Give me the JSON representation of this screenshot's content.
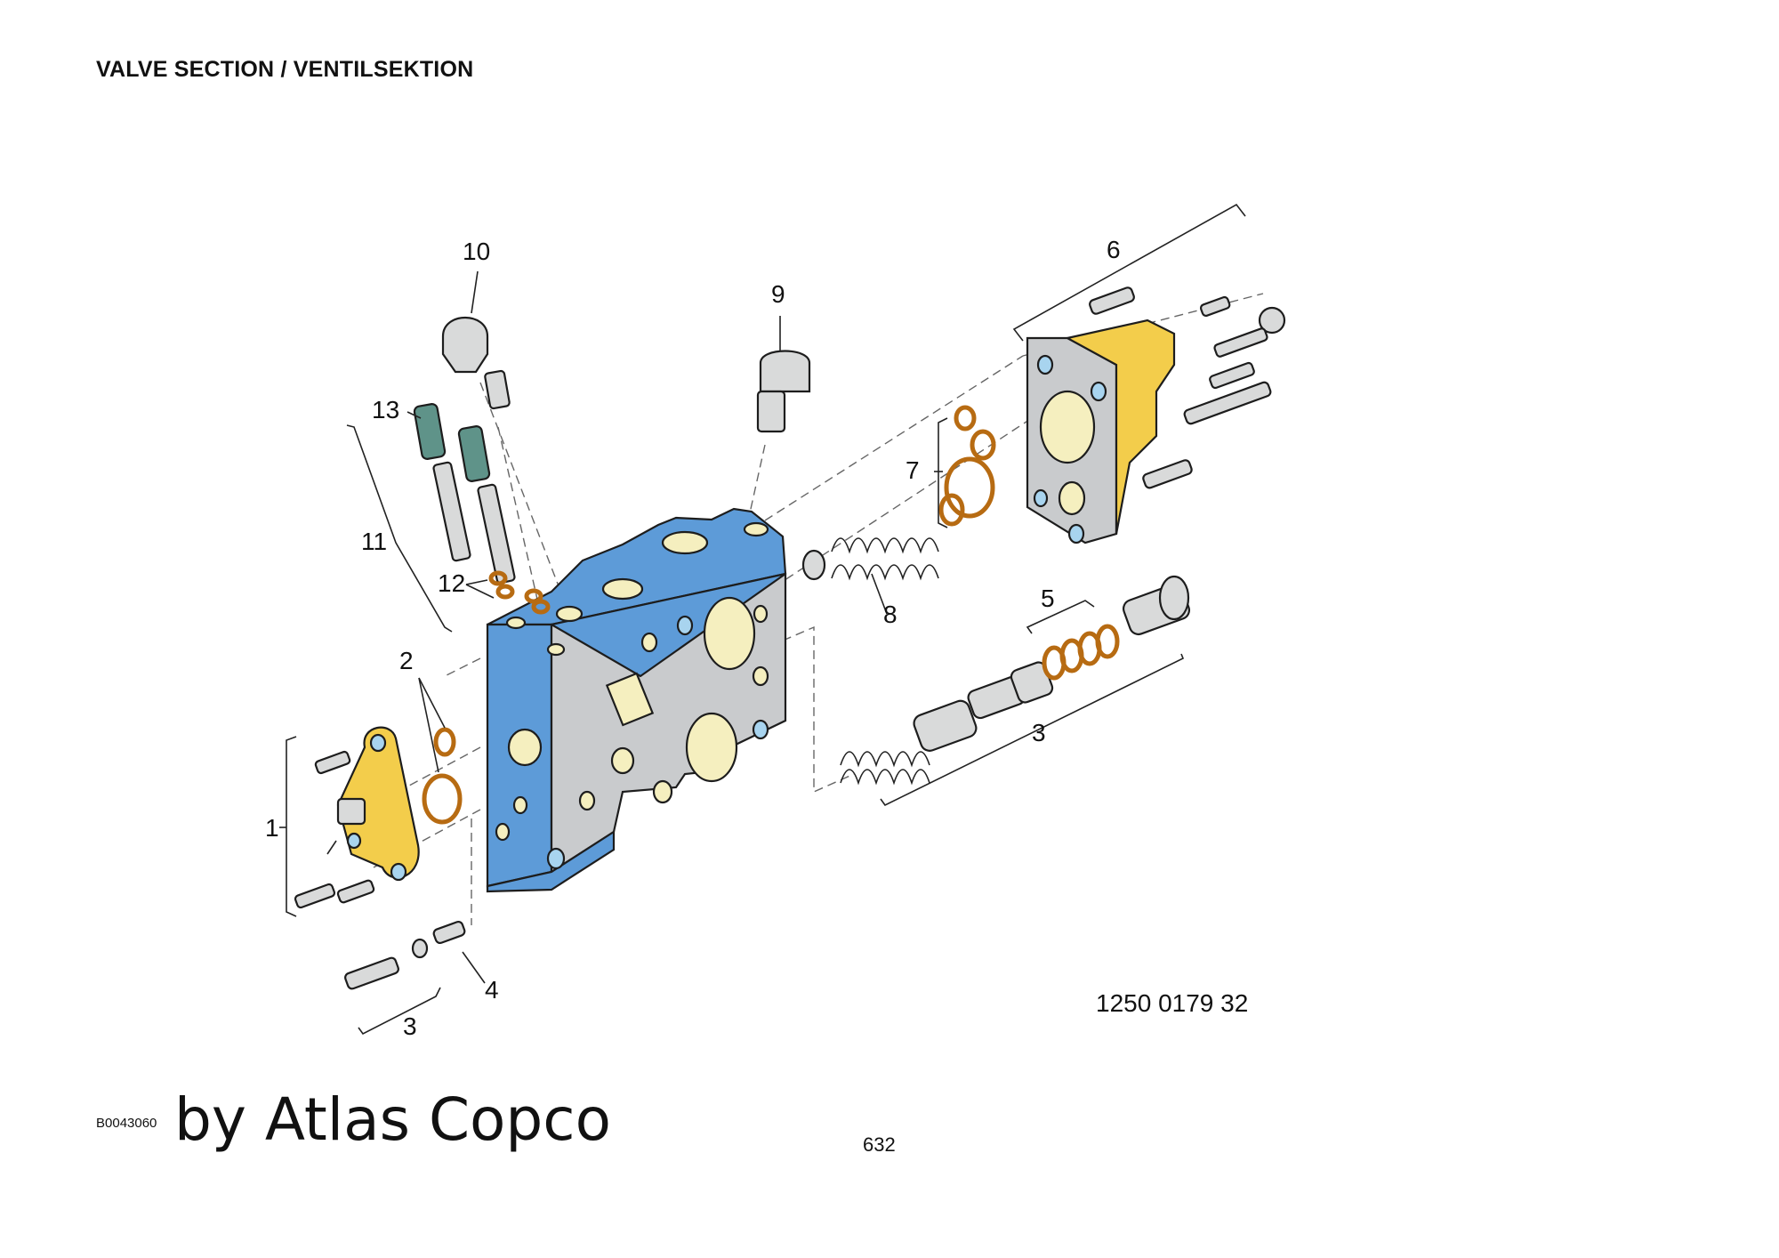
{
  "header": {
    "title": "VALVE SECTION / VENTILSEKTION"
  },
  "callouts": {
    "c1": "1",
    "c2": "2",
    "c3_left": "3",
    "c3_right": "3",
    "c4": "4",
    "c5": "5",
    "c6": "6",
    "c7": "7",
    "c8": "8",
    "c9": "9",
    "c10": "10",
    "c11": "11",
    "c12": "12",
    "c13": "13"
  },
  "footer": {
    "part_number": "1250 0179 32",
    "image_code": "B0043060",
    "credit": "by Atlas Copco",
    "page_number": "632"
  },
  "colors": {
    "housing_blue": "#5d9bd8",
    "face_grey": "#c9cbcd",
    "cover_yellow": "#f3cd4b",
    "seal_orange": "#b76b12",
    "fitting_green": "#5f9389"
  }
}
